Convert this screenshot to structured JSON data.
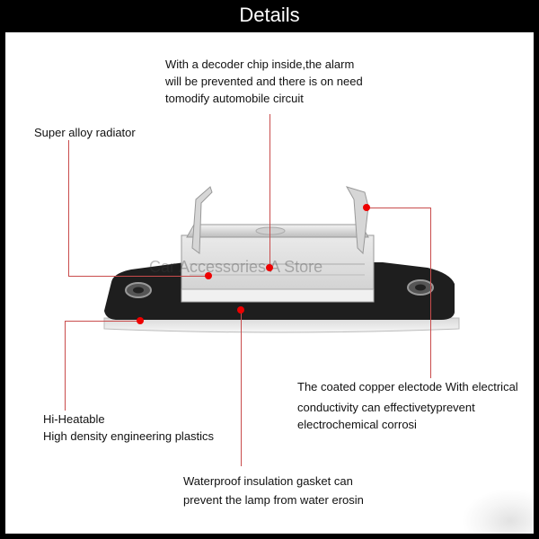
{
  "header": {
    "title": "Details"
  },
  "watermark": "Car Accessories A Store",
  "annotations": {
    "decoder": [
      "With a decoder chip inside,the alarm",
      "will be prevented and there is on need",
      "tomodify automobile circuit"
    ],
    "radiator": [
      "Super alloy radiator"
    ],
    "copper": [
      "The coated copper electode With electrical",
      "conductivity can effectivetyprevent",
      "electrochemical corrosi"
    ],
    "heatable": [
      "Hi-Heatable",
      "High density engineering plastics"
    ],
    "gasket": [
      "Waterproof insulation gasket can",
      "prevent the lamp from water erosin"
    ]
  },
  "colors": {
    "leader_line": "#c94c4c",
    "dot": "#e00000",
    "header_bg": "#000000",
    "panel_bg": "#ffffff"
  }
}
